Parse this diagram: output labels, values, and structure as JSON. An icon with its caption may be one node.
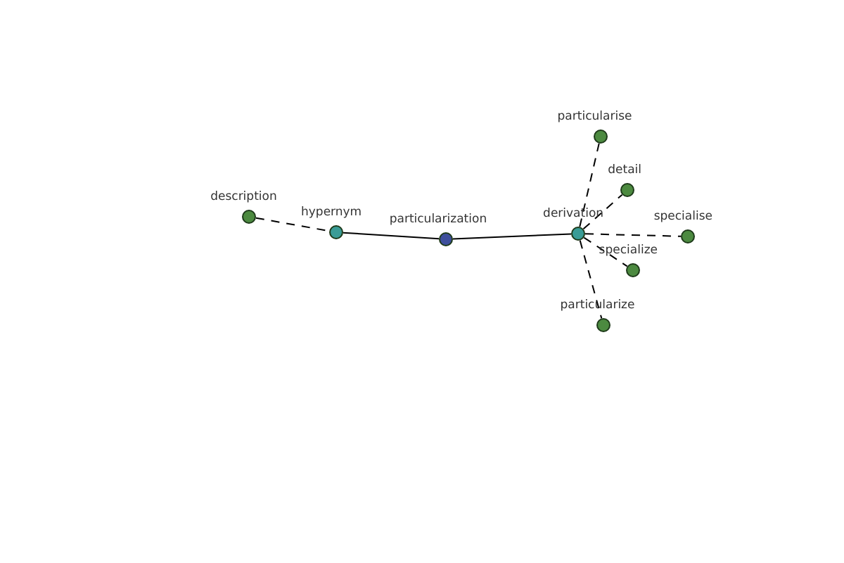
{
  "diagram": {
    "nodes": [
      {
        "text": [
          "description"
        ]
      },
      {
        "text": [
          "hypernym"
        ]
      },
      {
        "text": [
          "particularization"
        ]
      },
      {
        "text": [
          "derivation"
        ]
      },
      {
        "text": [
          "particularise"
        ]
      },
      {
        "text": [
          "detail"
        ]
      },
      {
        "text": [
          "specialise"
        ]
      },
      {
        "text": [
          "specialize"
        ]
      },
      {
        "text": [
          "particularize"
        ]
      }
    ],
    "edges": [
      {
        "from": 0,
        "to": 1,
        "arrow": "none",
        "style": "dashed"
      },
      {
        "from": 1,
        "to": 2,
        "arrow": "none"
      },
      {
        "from": 2,
        "to": 3,
        "arrow": "none"
      },
      {
        "from": 3,
        "to": 4,
        "arrow": "none",
        "style": "dashed"
      },
      {
        "from": 3,
        "to": 5,
        "arrow": "none",
        "style": "dashed"
      },
      {
        "from": 3,
        "to": 6,
        "arrow": "none",
        "style": "dashed"
      },
      {
        "from": 3,
        "to": 7,
        "arrow": "none",
        "style": "dashed"
      },
      {
        "from": 3,
        "to": 8,
        "arrow": "none",
        "style": "dashed"
      }
    ]
  }
}
